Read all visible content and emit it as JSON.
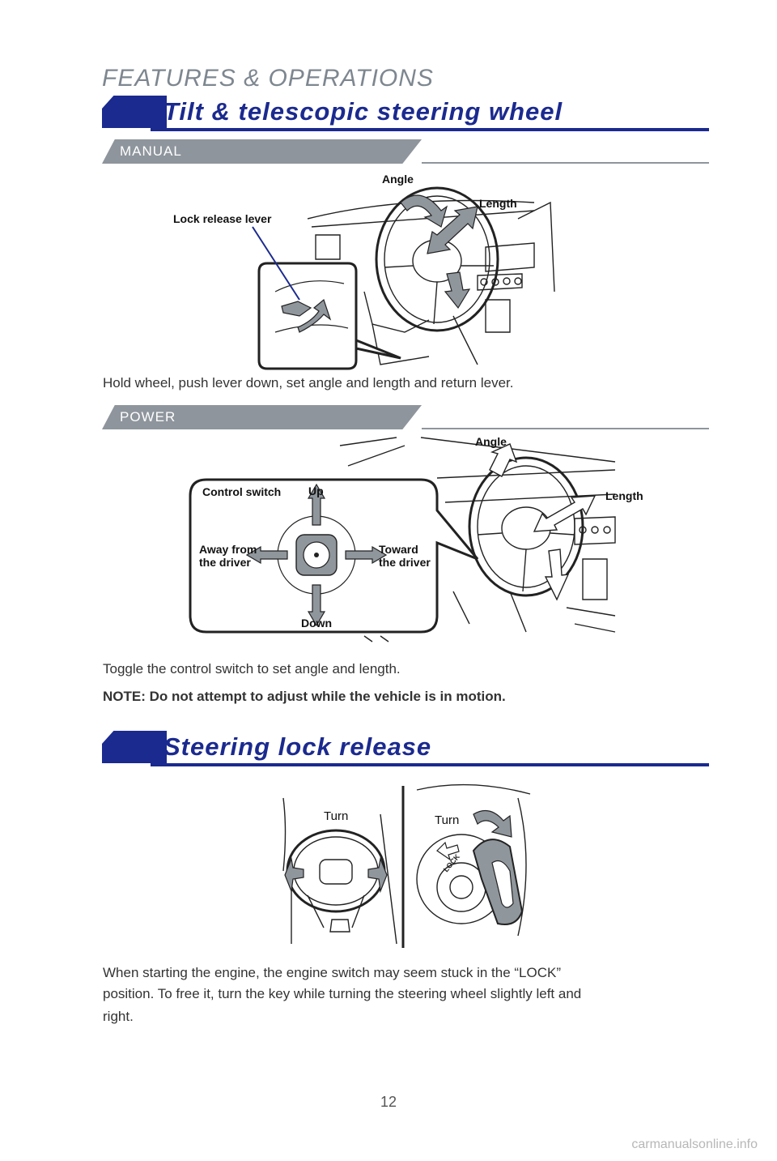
{
  "header": {
    "section": "FEATURES & OPERATIONS"
  },
  "tilt": {
    "title": "Tilt & telescopic steering wheel",
    "manual": {
      "tab": "MANUAL",
      "labels": {
        "angle": "Angle",
        "length": "Length",
        "lever": "Lock release lever"
      },
      "caption": "Hold wheel, push lever down, set angle and length and return lever."
    },
    "power": {
      "tab": "POWER",
      "labels": {
        "angle": "Angle",
        "length": "Length",
        "control_switch": "Control switch",
        "up": "Up",
        "down": "Down",
        "away_1": "Away from",
        "away_2": "the driver",
        "toward_1": "Toward",
        "toward_2": "the driver"
      },
      "caption": "Toggle the control switch to set angle and length.",
      "note": "NOTE: Do not attempt to adjust while the vehicle is in motion."
    }
  },
  "lock": {
    "title": "Steering lock release",
    "labels": {
      "turn_left": "Turn",
      "turn_right": "Turn",
      "lock": "LOCK"
    },
    "caption_1": "When starting the engine, the engine switch may seem stuck in the “LOCK”",
    "caption_2": "position. To free it, turn the key while turning the steering wheel slightly left and",
    "caption_3": "right."
  },
  "footer": {
    "page": "12",
    "watermark": "carmanualsonline.info"
  },
  "colors": {
    "brand_blue": "#1b2a8f",
    "tab_gray": "#8e959c",
    "arrow_gray": "#8f969c"
  }
}
